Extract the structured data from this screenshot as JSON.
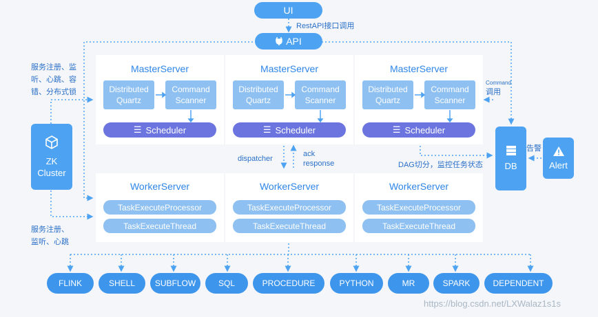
{
  "ui_label": "UI",
  "restapi_label": "RestAPI接口调用",
  "api_label": "API",
  "master_servers": [
    {
      "title": "MasterServer",
      "quartz": "Distributed Quartz",
      "scanner": "Command Scanner",
      "scheduler": "Scheduler"
    },
    {
      "title": "MasterServer",
      "quartz": "Distributed Quartz",
      "scanner": "Command Scanner",
      "scheduler": "Scheduler"
    },
    {
      "title": "MasterServer",
      "quartz": "Distributed Quartz",
      "scanner": "Command Scanner",
      "scheduler": "Scheduler"
    }
  ],
  "worker_servers": [
    {
      "title": "WorkerServer",
      "processor": "TaskExecuteProcessor",
      "thread": "TaskExecuteThread"
    },
    {
      "title": "WorkerServer",
      "processor": "TaskExecuteProcessor",
      "thread": "TaskExecuteThread"
    },
    {
      "title": "WorkerServer",
      "processor": "TaskExecuteProcessor",
      "thread": "TaskExecuteThread"
    }
  ],
  "zk": {
    "line1": "ZK",
    "line2": "Cluster"
  },
  "db_label": "DB",
  "alert_label": "Alert",
  "left_note_master": [
    "服务注册、监",
    "听、心跳、容",
    "错、分布式锁"
  ],
  "left_note_worker": [
    "服务注册、",
    "监听、心跳"
  ],
  "command_label": "Command",
  "command_call": "调用",
  "dispatcher_label": "dispatcher",
  "ack_label": [
    "ack",
    "response"
  ],
  "dag_label": "DAG切分，监控任务状态",
  "alarm_label": "告警",
  "task_types": [
    "FLINK",
    "SHELL",
    "SUBFLOW",
    "SQL",
    "PROCEDURE",
    "PYTHON",
    "MR",
    "SPARK",
    "DEPENDENT"
  ],
  "watermark": "https://blog.csdn.net/LXWalaz1s1s",
  "colors": {
    "accent": "#4da3f2",
    "scheduler": "#6b74df",
    "inner": "#8ec0f1",
    "title": "#2f86e8"
  }
}
